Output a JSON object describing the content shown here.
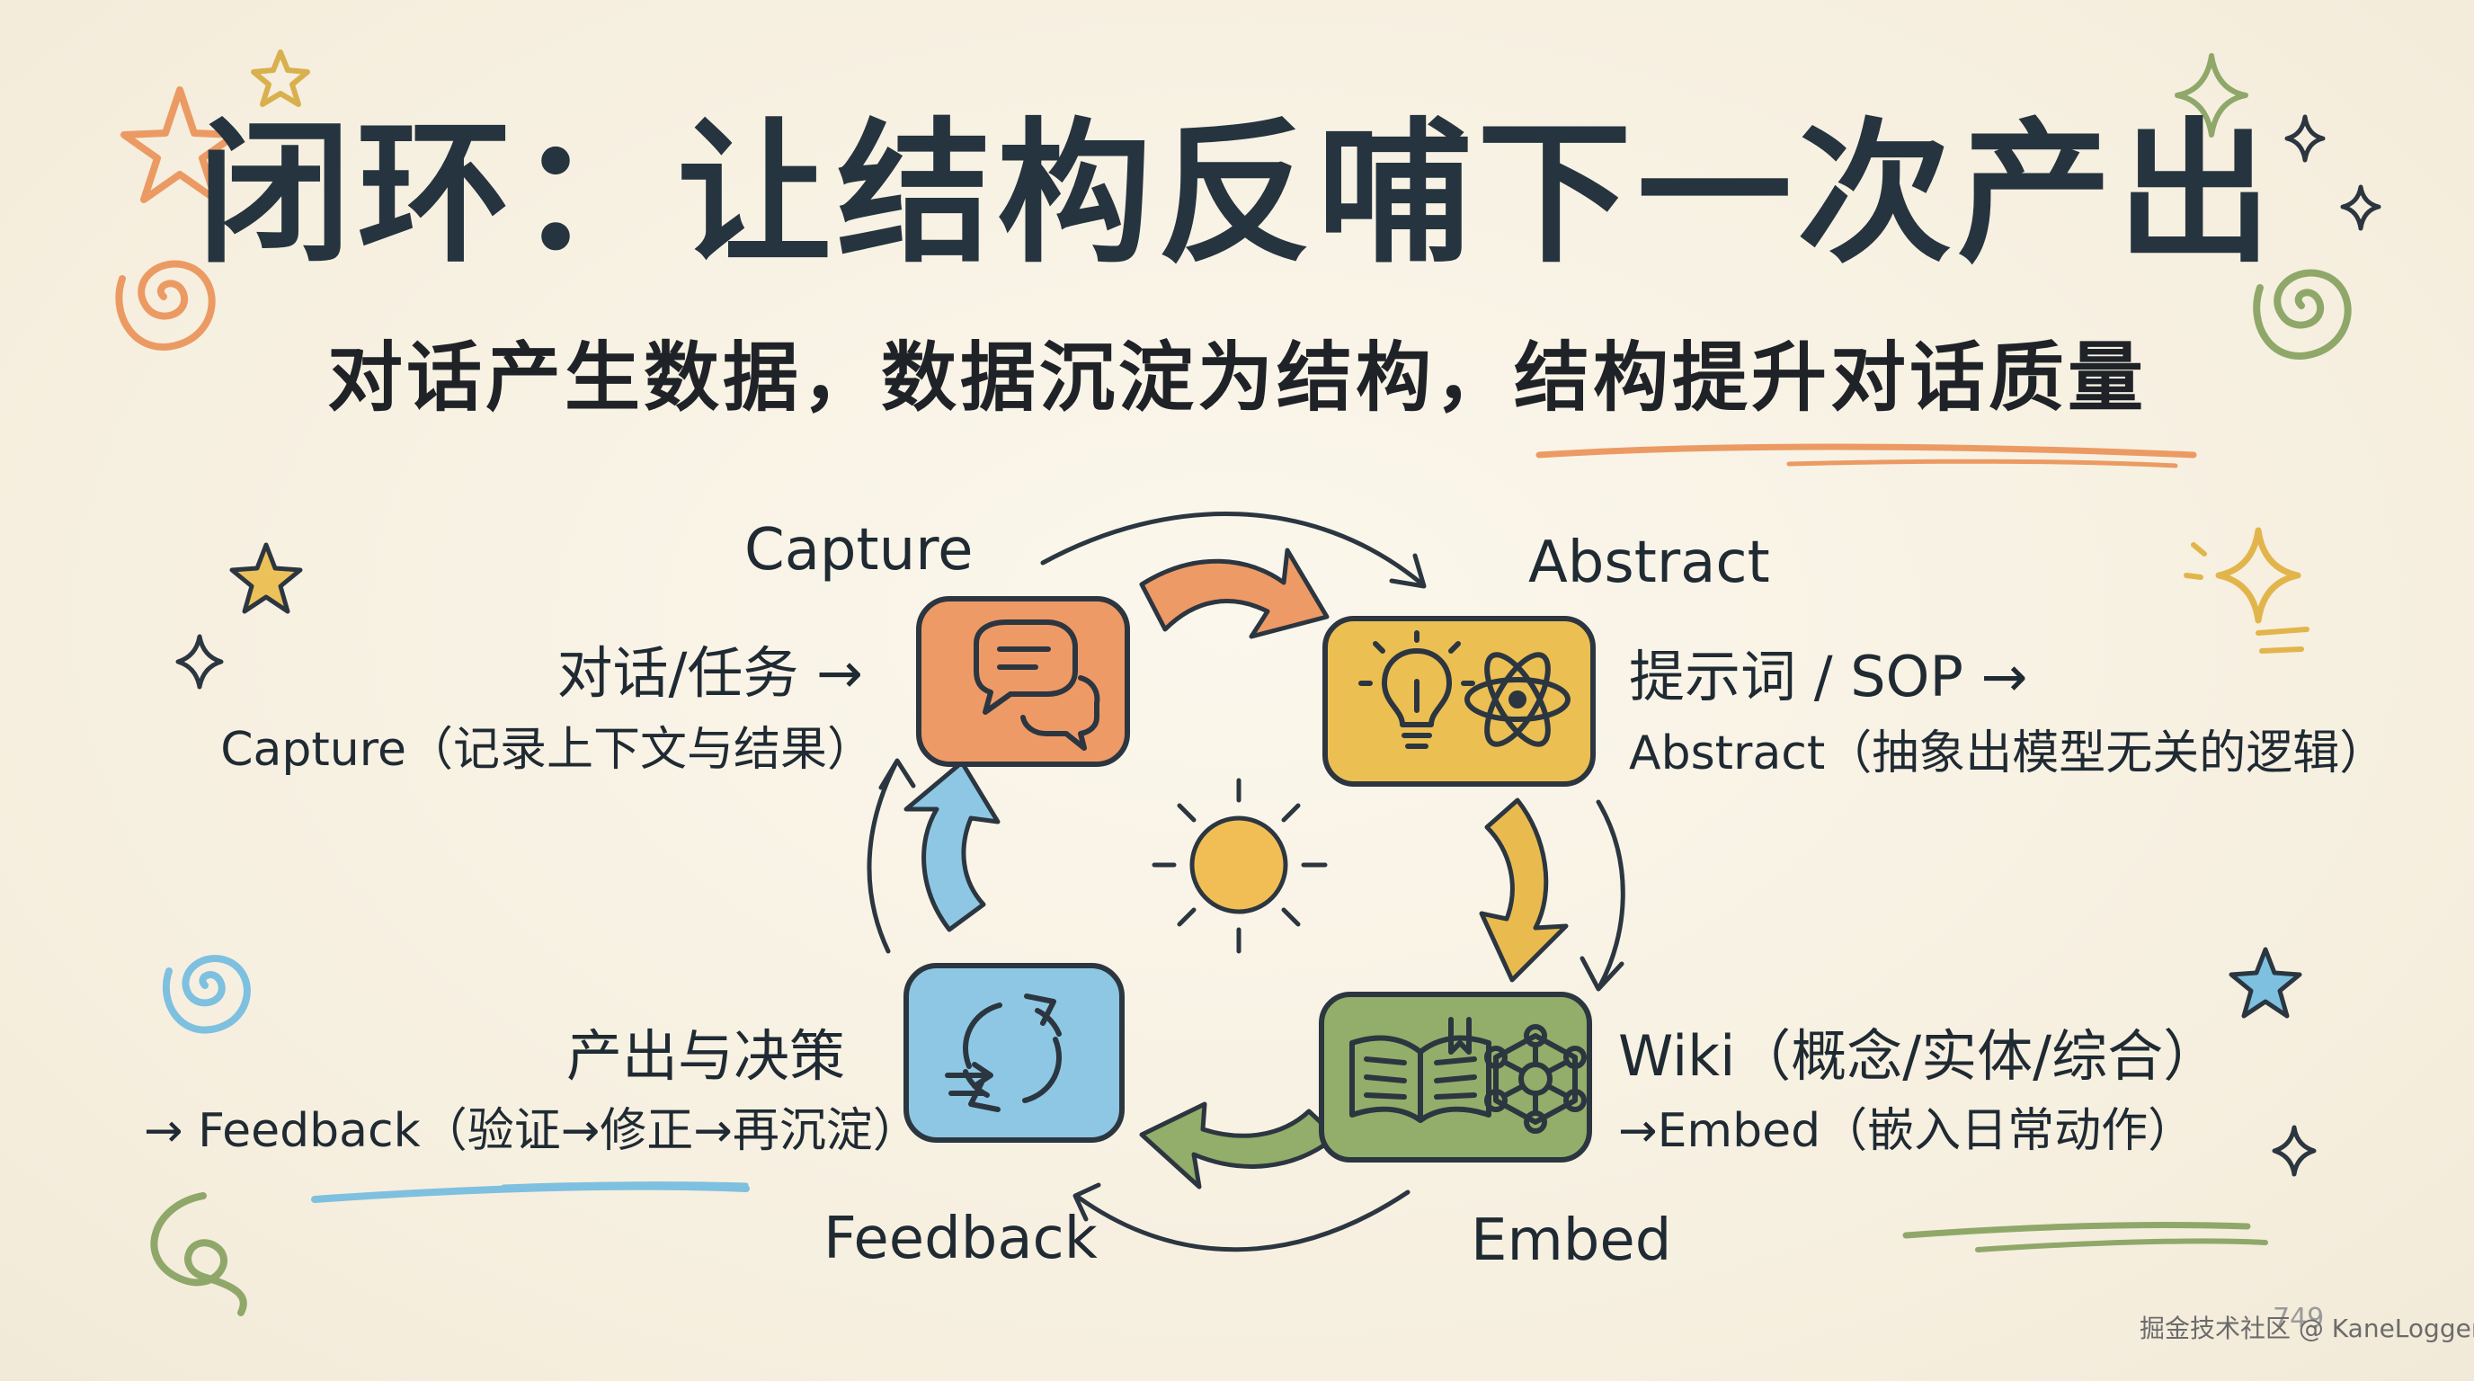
{
  "title": "闭环：让结构反哺下一次产出",
  "subtitle": "对话产生数据，数据沉淀为结构，结构提升对话质量",
  "stages": {
    "capture": {
      "name": "Capture",
      "line1": "对话/任务 →",
      "line2": "Capture（记录上下文与结果）",
      "color": "#ee9a66",
      "icon": "chat-bubbles-icon"
    },
    "abstract": {
      "name": "Abstract",
      "line1": "提示词 / SOP →",
      "line2": "Abstract（抽象出模型无关的逻辑）",
      "color": "#ecbf53",
      "icon": "lightbulb-atom-icon"
    },
    "embed": {
      "name": "Embed",
      "line1": "Wiki（概念/实体/综合）",
      "line2": "→Embed（嵌入日常动作）",
      "color": "#93ad6a",
      "icon": "book-network-icon"
    },
    "feedback": {
      "name": "Feedback",
      "line1": "产出与决策",
      "line2": "→ Feedback（验证→修正→再沉淀）",
      "color": "#8ec7e3",
      "icon": "refresh-cycle-icon"
    }
  },
  "center_icon": "sun-icon",
  "watermark": "掘金技术社区 @ KaneLogger",
  "page_number": "749"
}
